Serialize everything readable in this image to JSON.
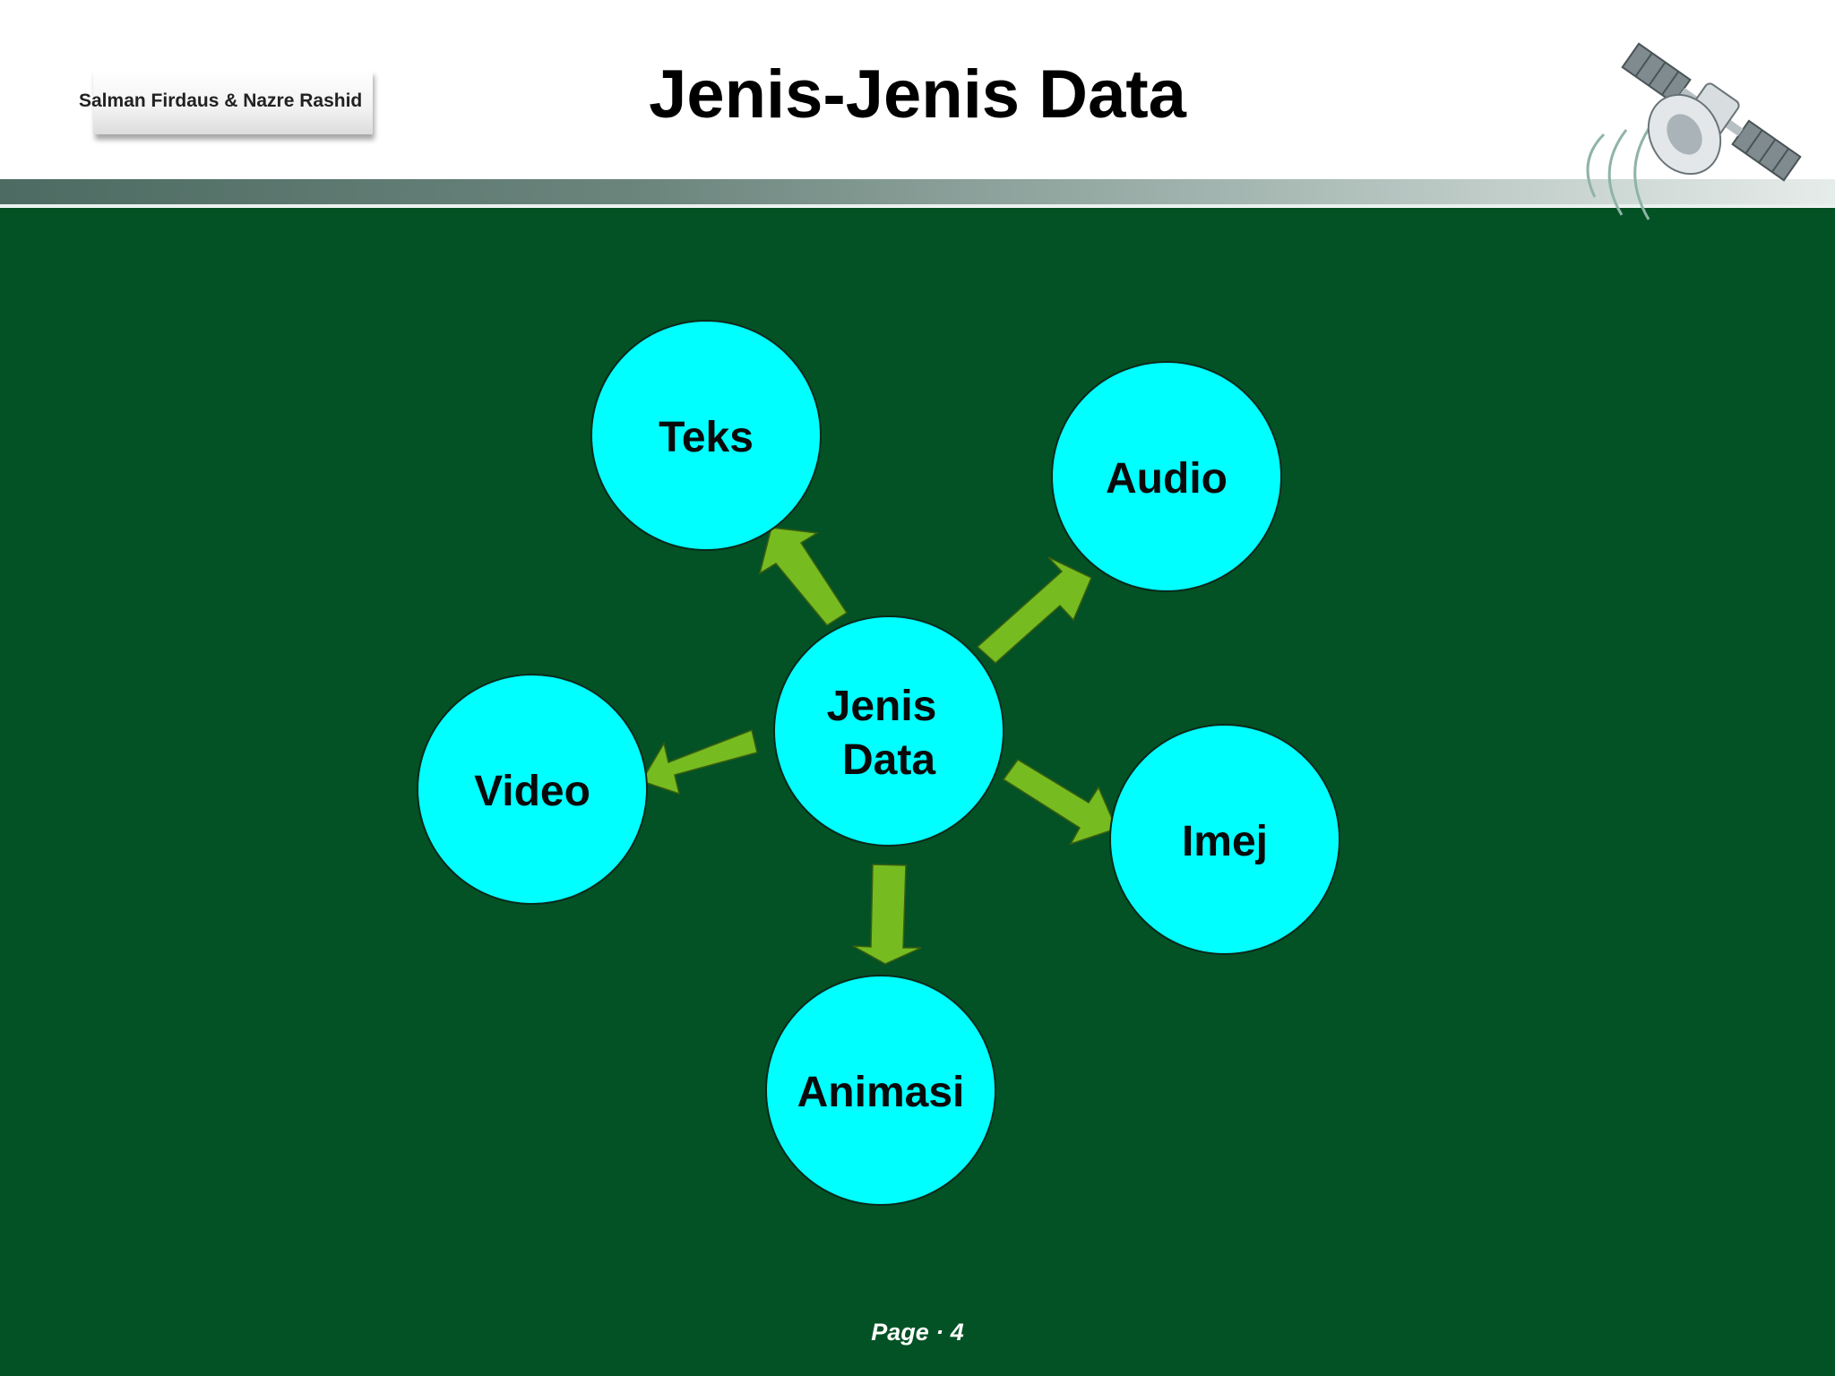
{
  "header": {
    "author": "Salman Firdaus & Nazre Rashid",
    "title": "Jenis-Jenis Data"
  },
  "diagram": {
    "center": {
      "line1": "Jenis",
      "line2": "Data"
    },
    "nodes": [
      {
        "id": "teks",
        "label": "Teks"
      },
      {
        "id": "audio",
        "label": "Audio"
      },
      {
        "id": "video",
        "label": "Video"
      },
      {
        "id": "imej",
        "label": "Imej"
      },
      {
        "id": "animasi",
        "label": "Animasi"
      }
    ]
  },
  "footer": {
    "page_label": "Page",
    "separator": "·",
    "page_number": "4"
  },
  "colors": {
    "background": "#035225",
    "node_fill": "#00ffff",
    "arrow_fill": "#76bc21"
  },
  "icons": {
    "header_graphic": "satellite-icon"
  }
}
